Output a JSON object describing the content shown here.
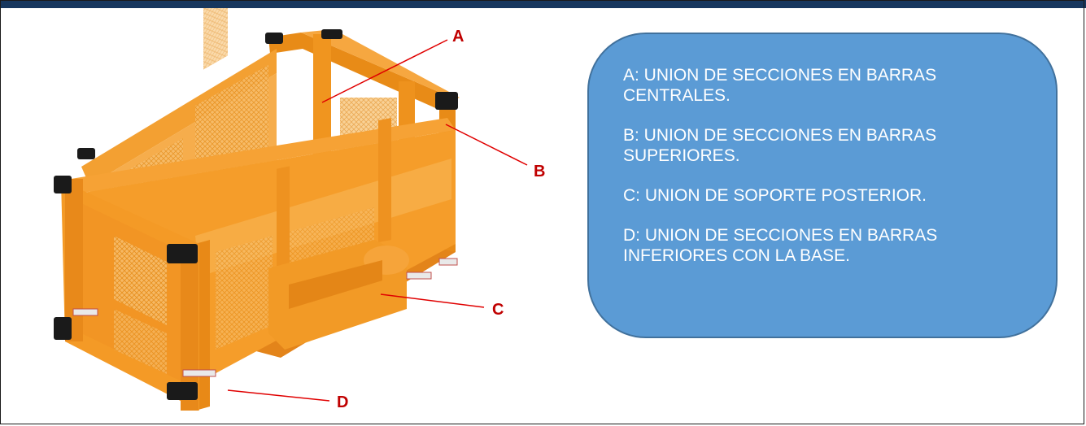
{
  "colors": {
    "title_bar": "#17375e",
    "callout_fill": "#5b9bd5",
    "callout_border": "#41719c",
    "callout_text": "#ffffff",
    "label_color": "#c00000",
    "frame_orange": "#f39c23"
  },
  "labels": {
    "a": "A",
    "b": "B",
    "c": "C",
    "d": "D"
  },
  "legend": {
    "items": [
      {
        "text": "A: UNION DE SECCIONES EN BARRAS CENTRALES."
      },
      {
        "text": "B: UNION DE SECCIONES EN BARRAS SUPERIORES."
      },
      {
        "text": "C: UNION DE SOPORTE POSTERIOR."
      },
      {
        "text": "D: UNION DE SECCIONES EN BARRAS INFERIORES CON LA BASE."
      }
    ]
  }
}
